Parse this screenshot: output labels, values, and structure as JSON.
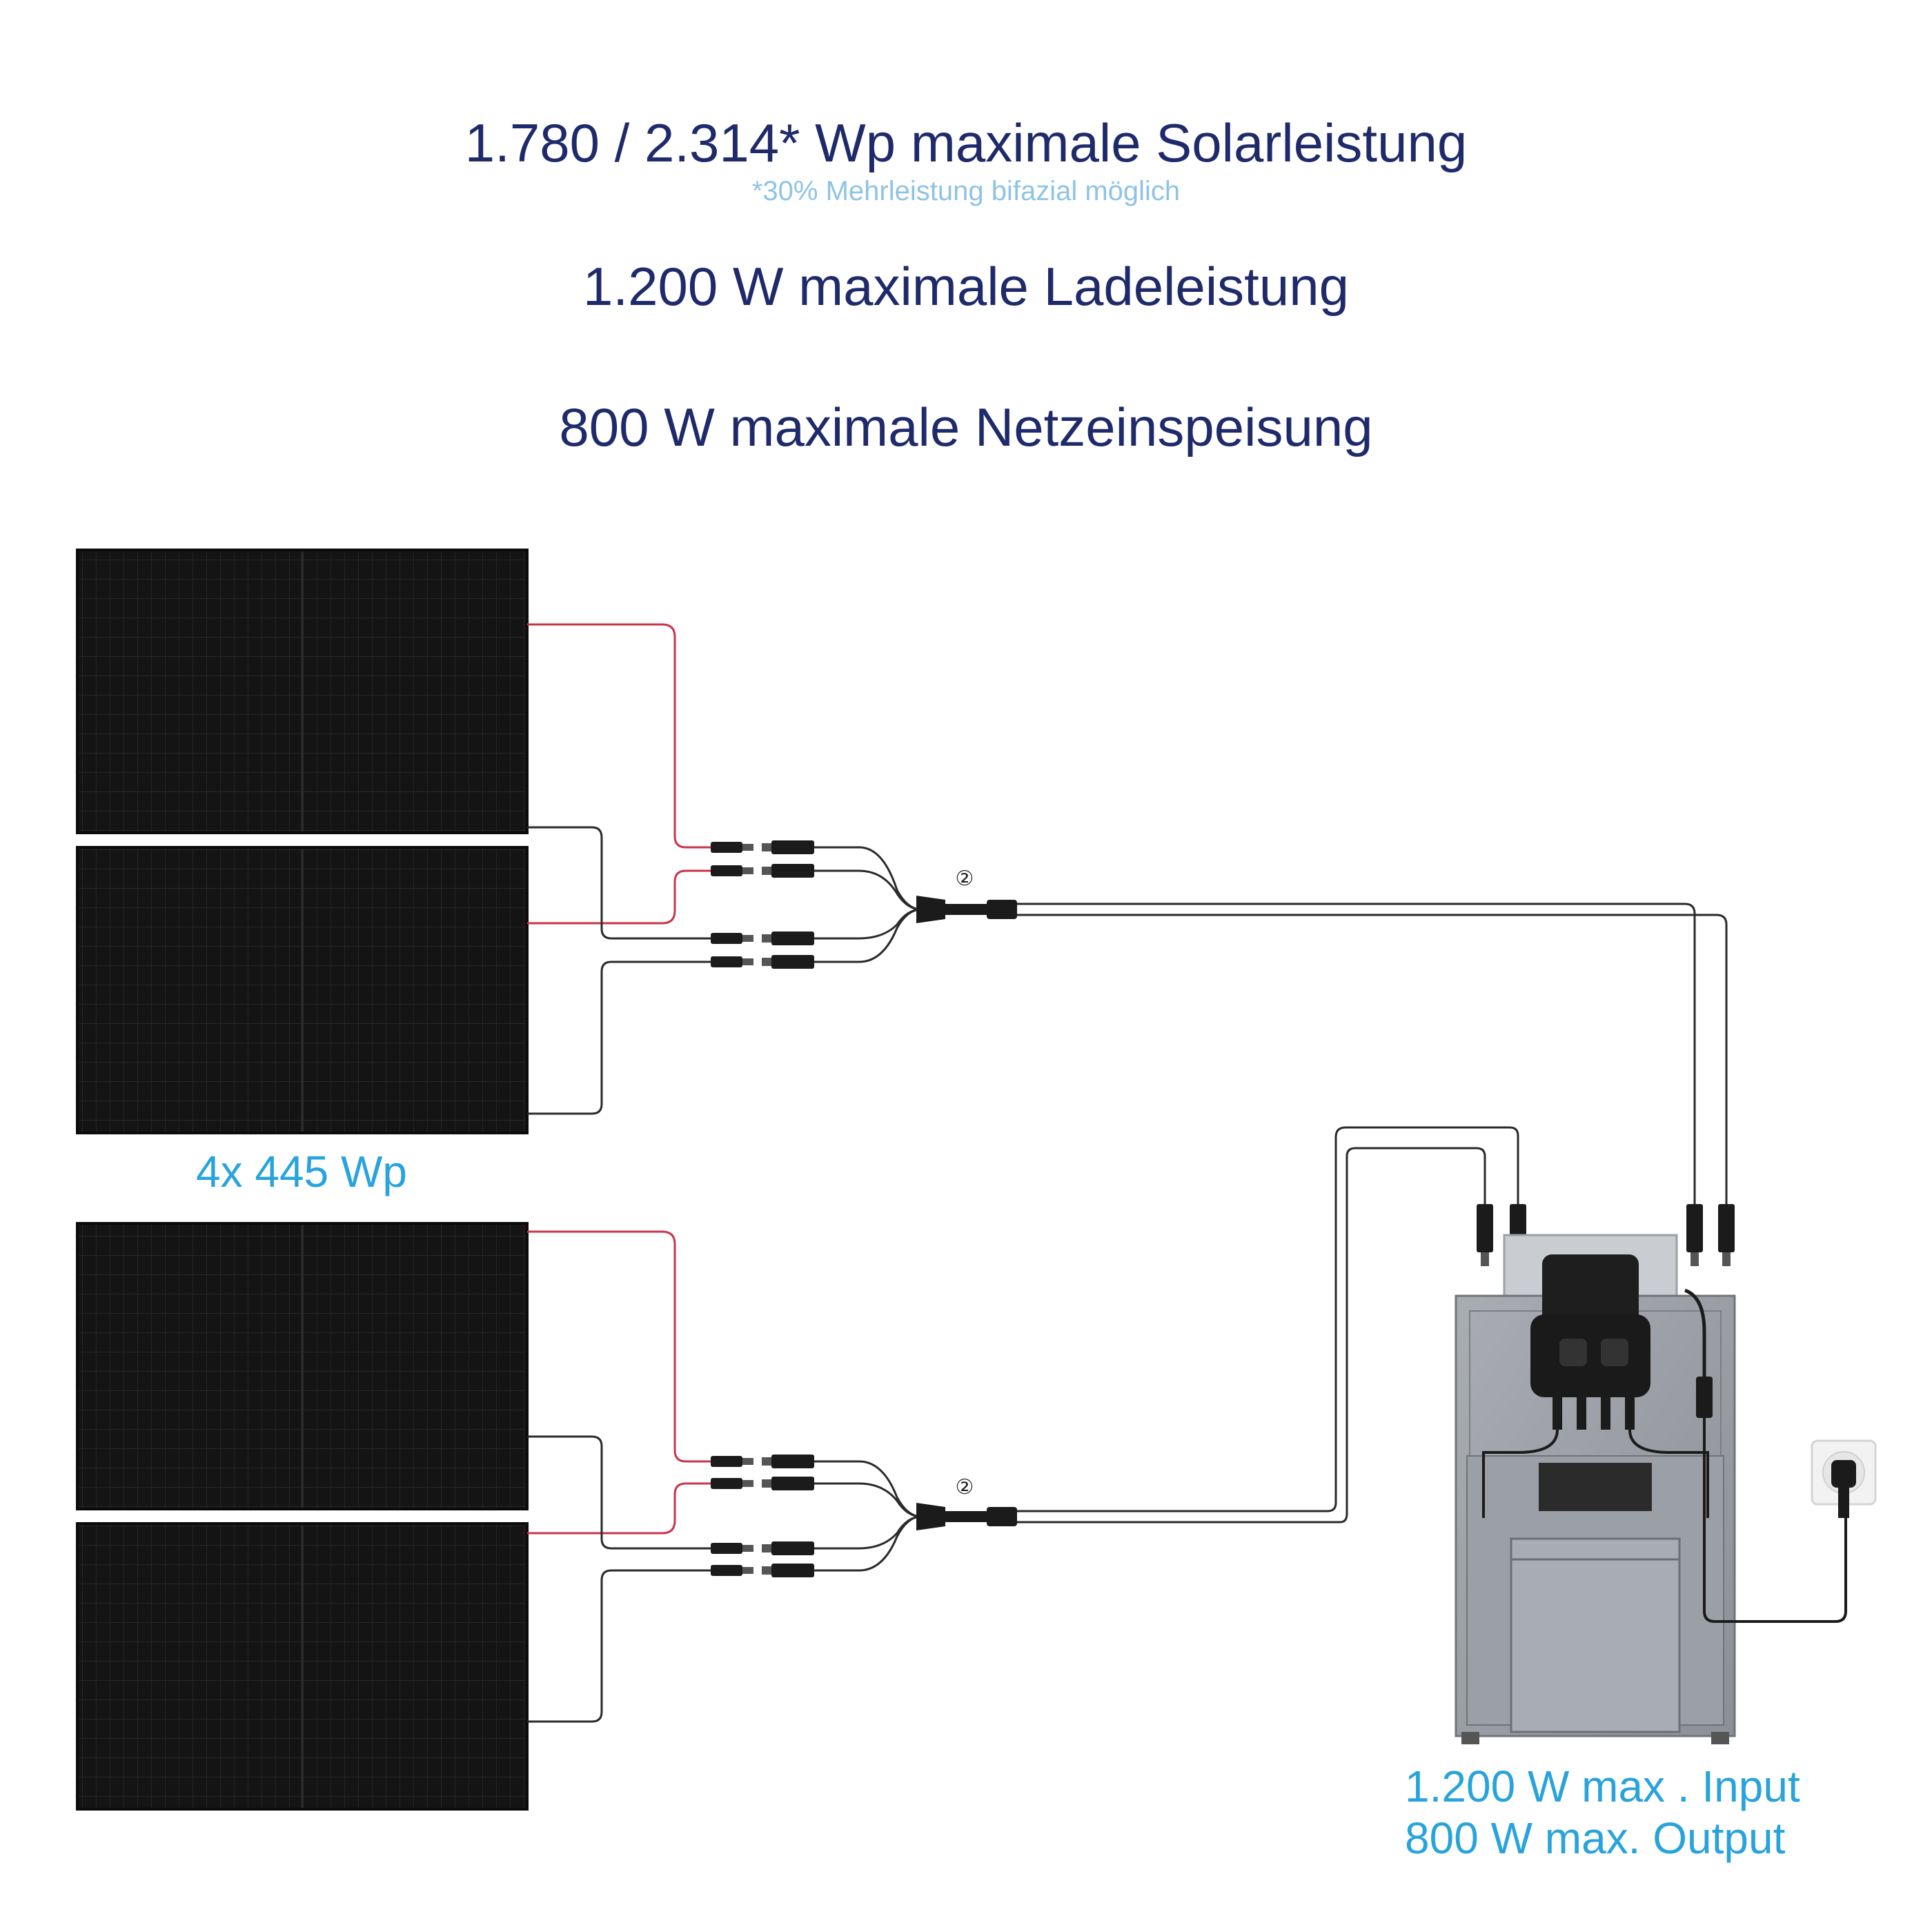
{
  "headings": {
    "solar": "1.780 / 2.314* Wp maximale Solarleistung",
    "bifacial_note": "*30% Mehrleistung bifazial möglich",
    "charge": "1.200 W maximale Ladeleistung",
    "feed_in": "800 W maximale Netzeinspeisung"
  },
  "panels": {
    "label": "4x 445 Wp"
  },
  "connectors": {
    "badge_top": "②",
    "badge_bottom": "②"
  },
  "system": {
    "input": "1.200 W max . Input",
    "output": "800 W max. Output"
  },
  "colors": {
    "heading": "#1f2a6b",
    "note": "#8fc3e6",
    "label": "#28a3dc",
    "positive_cable": "#c8344a",
    "negative_cable": "#2a2a2a",
    "panel": "#151515"
  }
}
